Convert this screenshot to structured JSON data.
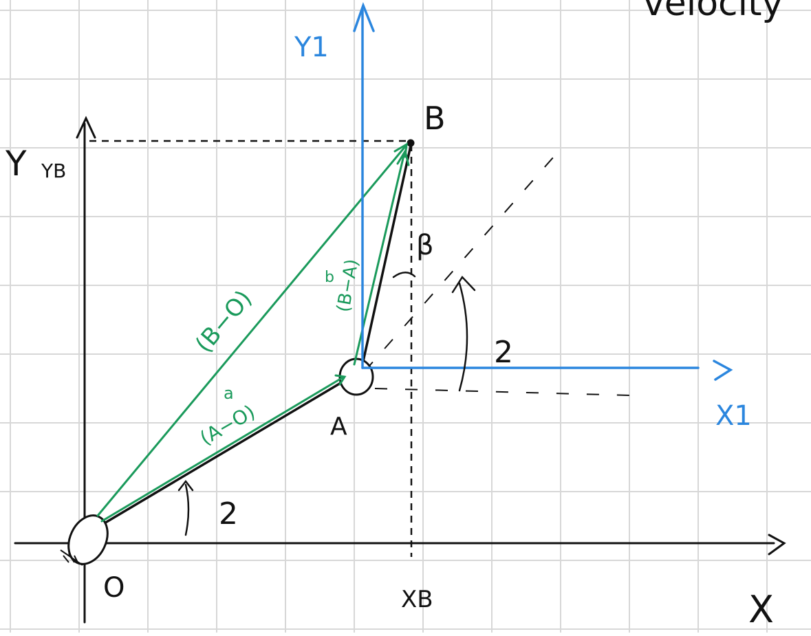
{
  "header": {
    "partial_title": "velocity"
  },
  "labels": {
    "origin": "O",
    "point_a": "A",
    "point_b": "B",
    "axis_x": "X",
    "axis_y": "Y",
    "axis_x1": "X1",
    "axis_y1": "Y1",
    "proj_xb": "XB",
    "proj_yb": "YB",
    "angle_theta_a": "2",
    "angle_theta_b": "2",
    "angle_beta": "β",
    "vec_ao": "(A−O)",
    "vec_bo": "(B−O)",
    "vec_ba": "(B−A)",
    "vec_ao_name": "a",
    "vec_ba_name": "b"
  },
  "colors": {
    "grid": "#d7d7d7",
    "ink": "#111111",
    "green": "#1a9a5b",
    "blue": "#2b86de"
  }
}
